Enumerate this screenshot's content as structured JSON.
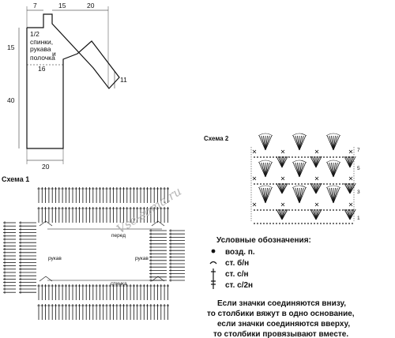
{
  "pattern": {
    "panel_label": [
      "1/2",
      "спинки,",
      "рукава",
      "и",
      "полочка"
    ],
    "dims": {
      "top_left": "7",
      "top_mid": "15",
      "top_right": "20",
      "left_upper": "15",
      "left_lower": "40",
      "right_cuff": "11",
      "inner": "16",
      "bottom": "20"
    }
  },
  "schema1": {
    "title": "Схема 1",
    "front": "перед",
    "back": "спинка",
    "sleeve_left": "рукав",
    "sleeve_right": "рукав"
  },
  "schema2": {
    "title": "Схема 2",
    "rows": [
      "7",
      "5",
      "3",
      "1"
    ]
  },
  "watermark": "Vse-sama.ru",
  "legend": {
    "title": "Условные обозначения:",
    "items": [
      {
        "symbol": "dot-icon",
        "text": "возд. п."
      },
      {
        "symbol": "arc-icon",
        "text": "ст. б/н"
      },
      {
        "symbol": "dc-icon",
        "text": "ст. с/н"
      },
      {
        "symbol": "dc2-icon",
        "text": "ст. с/2н"
      }
    ],
    "note": [
      "Если значки соединяются внизу,",
      "то столбики вяжут в одно основание,",
      "если значки соединяются вверху,",
      "то столбики провязывают вместе."
    ]
  }
}
